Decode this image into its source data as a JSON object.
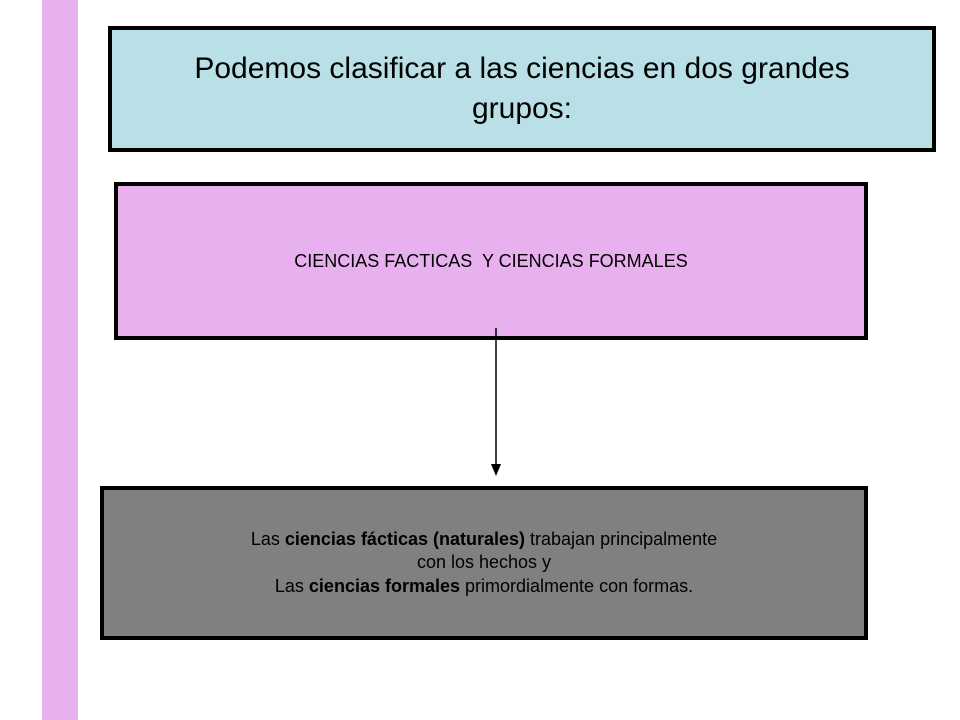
{
  "colors": {
    "left_bar": "#e8b0ee",
    "title_box": "#b9e0e6",
    "main_box": "#e8b0ee",
    "detail_box": "#808080",
    "border": "#000000"
  },
  "title": {
    "text": "Podemos clasificar a las ciencias en dos grandes grupos:"
  },
  "main": {
    "text": "CIENCIAS FACTICAS  Y CIENCIAS FORMALES"
  },
  "detail": {
    "line1": {
      "pre": "Las ",
      "bold": "ciencias fácticas (naturales)",
      "post": " trabajan principalmente"
    },
    "line2": "con los hechos y",
    "line3": {
      "pre": "Las ",
      "bold": "ciencias formales",
      "post": " primordialmente con formas."
    }
  }
}
